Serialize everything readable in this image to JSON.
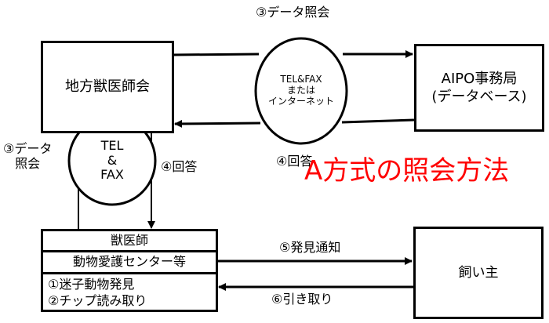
{
  "title": "A方式の照会方法",
  "colors": {
    "title": "#ff0000",
    "line": "#000000"
  },
  "nodes": {
    "vet_assoc": "地方獣医師会",
    "aipo_line1": "AIPO事務局",
    "aipo_line2": "(データベース)",
    "comm_top_line1": "TEL&FAX",
    "comm_top_line2": "または",
    "comm_top_line3": "インターネット",
    "comm_left_line1": "TEL",
    "comm_left_line2": "&",
    "comm_left_line3": "FAX",
    "vet": "獣医師",
    "center": "動物愛護センター等",
    "step1": "①迷子動物発見",
    "step2": "②チップ読み取り",
    "owner": "飼い主"
  },
  "edges": {
    "query_top": "③データ照会",
    "answer_top": "④回答",
    "query_left_line1": "③データ",
    "query_left_line2": "照会",
    "answer_left": "④回答",
    "notify": "⑤発見通知",
    "pickup": "⑥引き取り"
  }
}
